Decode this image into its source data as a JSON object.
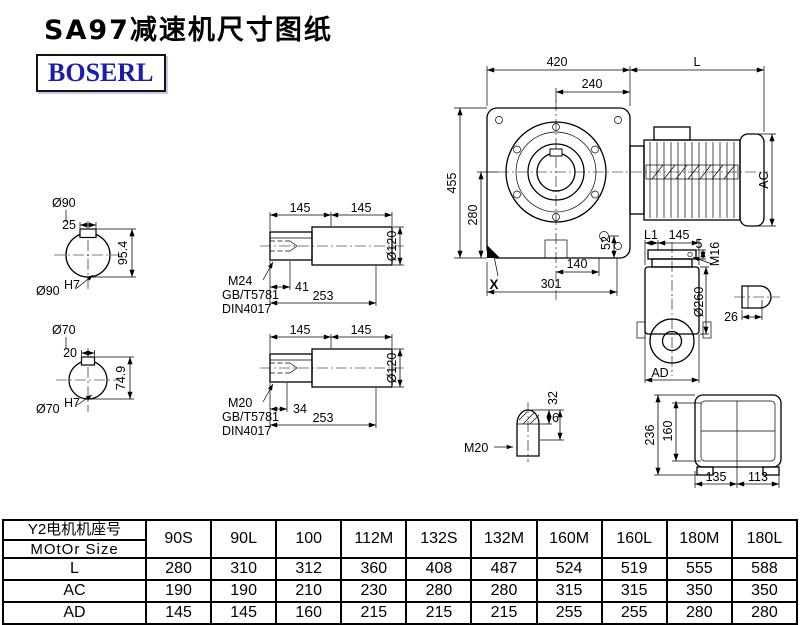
{
  "page": {
    "title": "SA97减速机尺寸图纸",
    "brand": "BOSERL"
  },
  "drawing": {
    "shaft_end_large": {
      "dia": "Ø90",
      "key_width": "25",
      "height": "95.4",
      "tol_base": "Ø90",
      "tol_sup": "H7"
    },
    "shaft_end_small": {
      "dia": "Ø70",
      "key_width": "20",
      "height": "74.9",
      "tol_base": "Ø70",
      "tol_sup": "H7"
    },
    "output_shaft_top": {
      "len1": "145",
      "len2": "145",
      "dia": "Ø120",
      "thread": "M24",
      "std1": "GB/T5781",
      "std2": "DIN4017",
      "depth": "41",
      "total_len": "253"
    },
    "output_shaft_bottom": {
      "len1": "145",
      "len2": "145",
      "dia": "Ø120",
      "thread": "M20",
      "std1": "GB/T5781",
      "std2": "DIN4017",
      "depth": "34",
      "total_len": "253"
    },
    "front_view": {
      "width": "420",
      "flange_offset": "240",
      "motor_len": "L",
      "height": "455",
      "base_height": "280",
      "motor_dia": "AC",
      "plug_offset": "52",
      "foot_len": "140",
      "base_len": "301",
      "x_mark": "X"
    },
    "side_view": {
      "l1": "L1",
      "len": "145",
      "gap": "5",
      "thread": "M16",
      "flange_dia": "Ø260",
      "width": "AD"
    },
    "key_right": {
      "len": "26"
    },
    "key_bottom": {
      "thread": "M20",
      "height": "6",
      "len": "32"
    },
    "mount_view": {
      "height": "236",
      "inner_height": "160",
      "foot1": "135",
      "foot2": "113"
    }
  },
  "table": {
    "row_header_cn": "Y2电机机座号",
    "row_header_en": "MOtOr Size",
    "motor_sizes": [
      "90S",
      "90L",
      "100",
      "112M",
      "132S",
      "132M",
      "160M",
      "160L",
      "180M",
      "180L"
    ],
    "rows": [
      {
        "label": "L",
        "values": [
          "280",
          "310",
          "312",
          "360",
          "408",
          "487",
          "524",
          "519",
          "555",
          "588"
        ]
      },
      {
        "label": "AC",
        "values": [
          "190",
          "190",
          "210",
          "230",
          "280",
          "280",
          "315",
          "315",
          "350",
          "350"
        ]
      },
      {
        "label": "AD",
        "values": [
          "145",
          "145",
          "160",
          "215",
          "215",
          "215",
          "255",
          "255",
          "280",
          "280"
        ]
      }
    ]
  }
}
